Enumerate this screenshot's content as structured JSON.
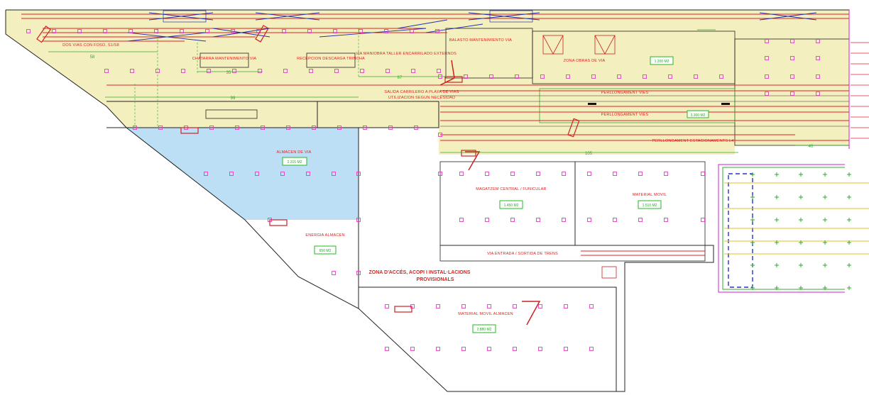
{
  "colors": {
    "background": "#ffffff",
    "zone_fill": "#f4efbe",
    "storage_fill": "#bcdff5",
    "track": "#e0202a",
    "switch": "#2233aa",
    "outline": "#222222",
    "column": "#e040c0",
    "dimension": "#33aa33",
    "label": "#e02020",
    "area_box": "#22bb22",
    "green_grid": "#33aa33",
    "magenta_line": "#d020d0"
  },
  "labels": {
    "dos_vias": "DOS VIAS CON FOSO, S1/S8",
    "chatarra": "CHATARRA MANTENIMENTO VIA",
    "recepcion": "RECEPCION DESCARGA TRINCHA",
    "via_manobra": "VIA MANIOBRA TALLER ENCARRILADO EXTERNOS",
    "balasto": "BALASTO MANTENIMIENTO VIA",
    "zona_obras": "ZONA OBRAS DE VIA",
    "salida": "SALIDA CARRILERO A PLAYA DE VIAS",
    "utilizacion": "UTILIZACION SEGUN NECESIDAD",
    "perllongament1": "PERLLONGAMENT VIES",
    "perllongament2": "PERLLONGAMENT VIES",
    "perllongament_l4": "PERLLONGAMENT ESTACIONAMENTS L4",
    "almacen_via": "ALMACEN DE VIA",
    "magatzem": "MAGATZEM CENTRAL / FUNICULAR",
    "material_movil": "MATERIAL MOVIL",
    "energia": "ENERGIA ALMACEN",
    "via_entrada": "VIA ENTRADA / SORTIDA DE TRENS",
    "zona_acces_1": "ZONA D'ACCÉS, ACOPI I INSTAL·LACIONS",
    "zona_acces_2": "PROVISIONALS",
    "material_almacen": "MATERIAL MOVIL ALMACEN"
  },
  "areas": {
    "zona_obras": "1.200 M2",
    "perllongament": "3.300 M2",
    "almacen_via": "2.315 M2",
    "magatzem": "1.450 M2",
    "material_movil": "1.510 M2",
    "energia": "650 M2",
    "material_almacen": "2.880 M2"
  },
  "dimensions": {
    "d58": "58",
    "d35": "35",
    "d87": "87",
    "d99": "99",
    "d105": "105",
    "d40": "40"
  }
}
